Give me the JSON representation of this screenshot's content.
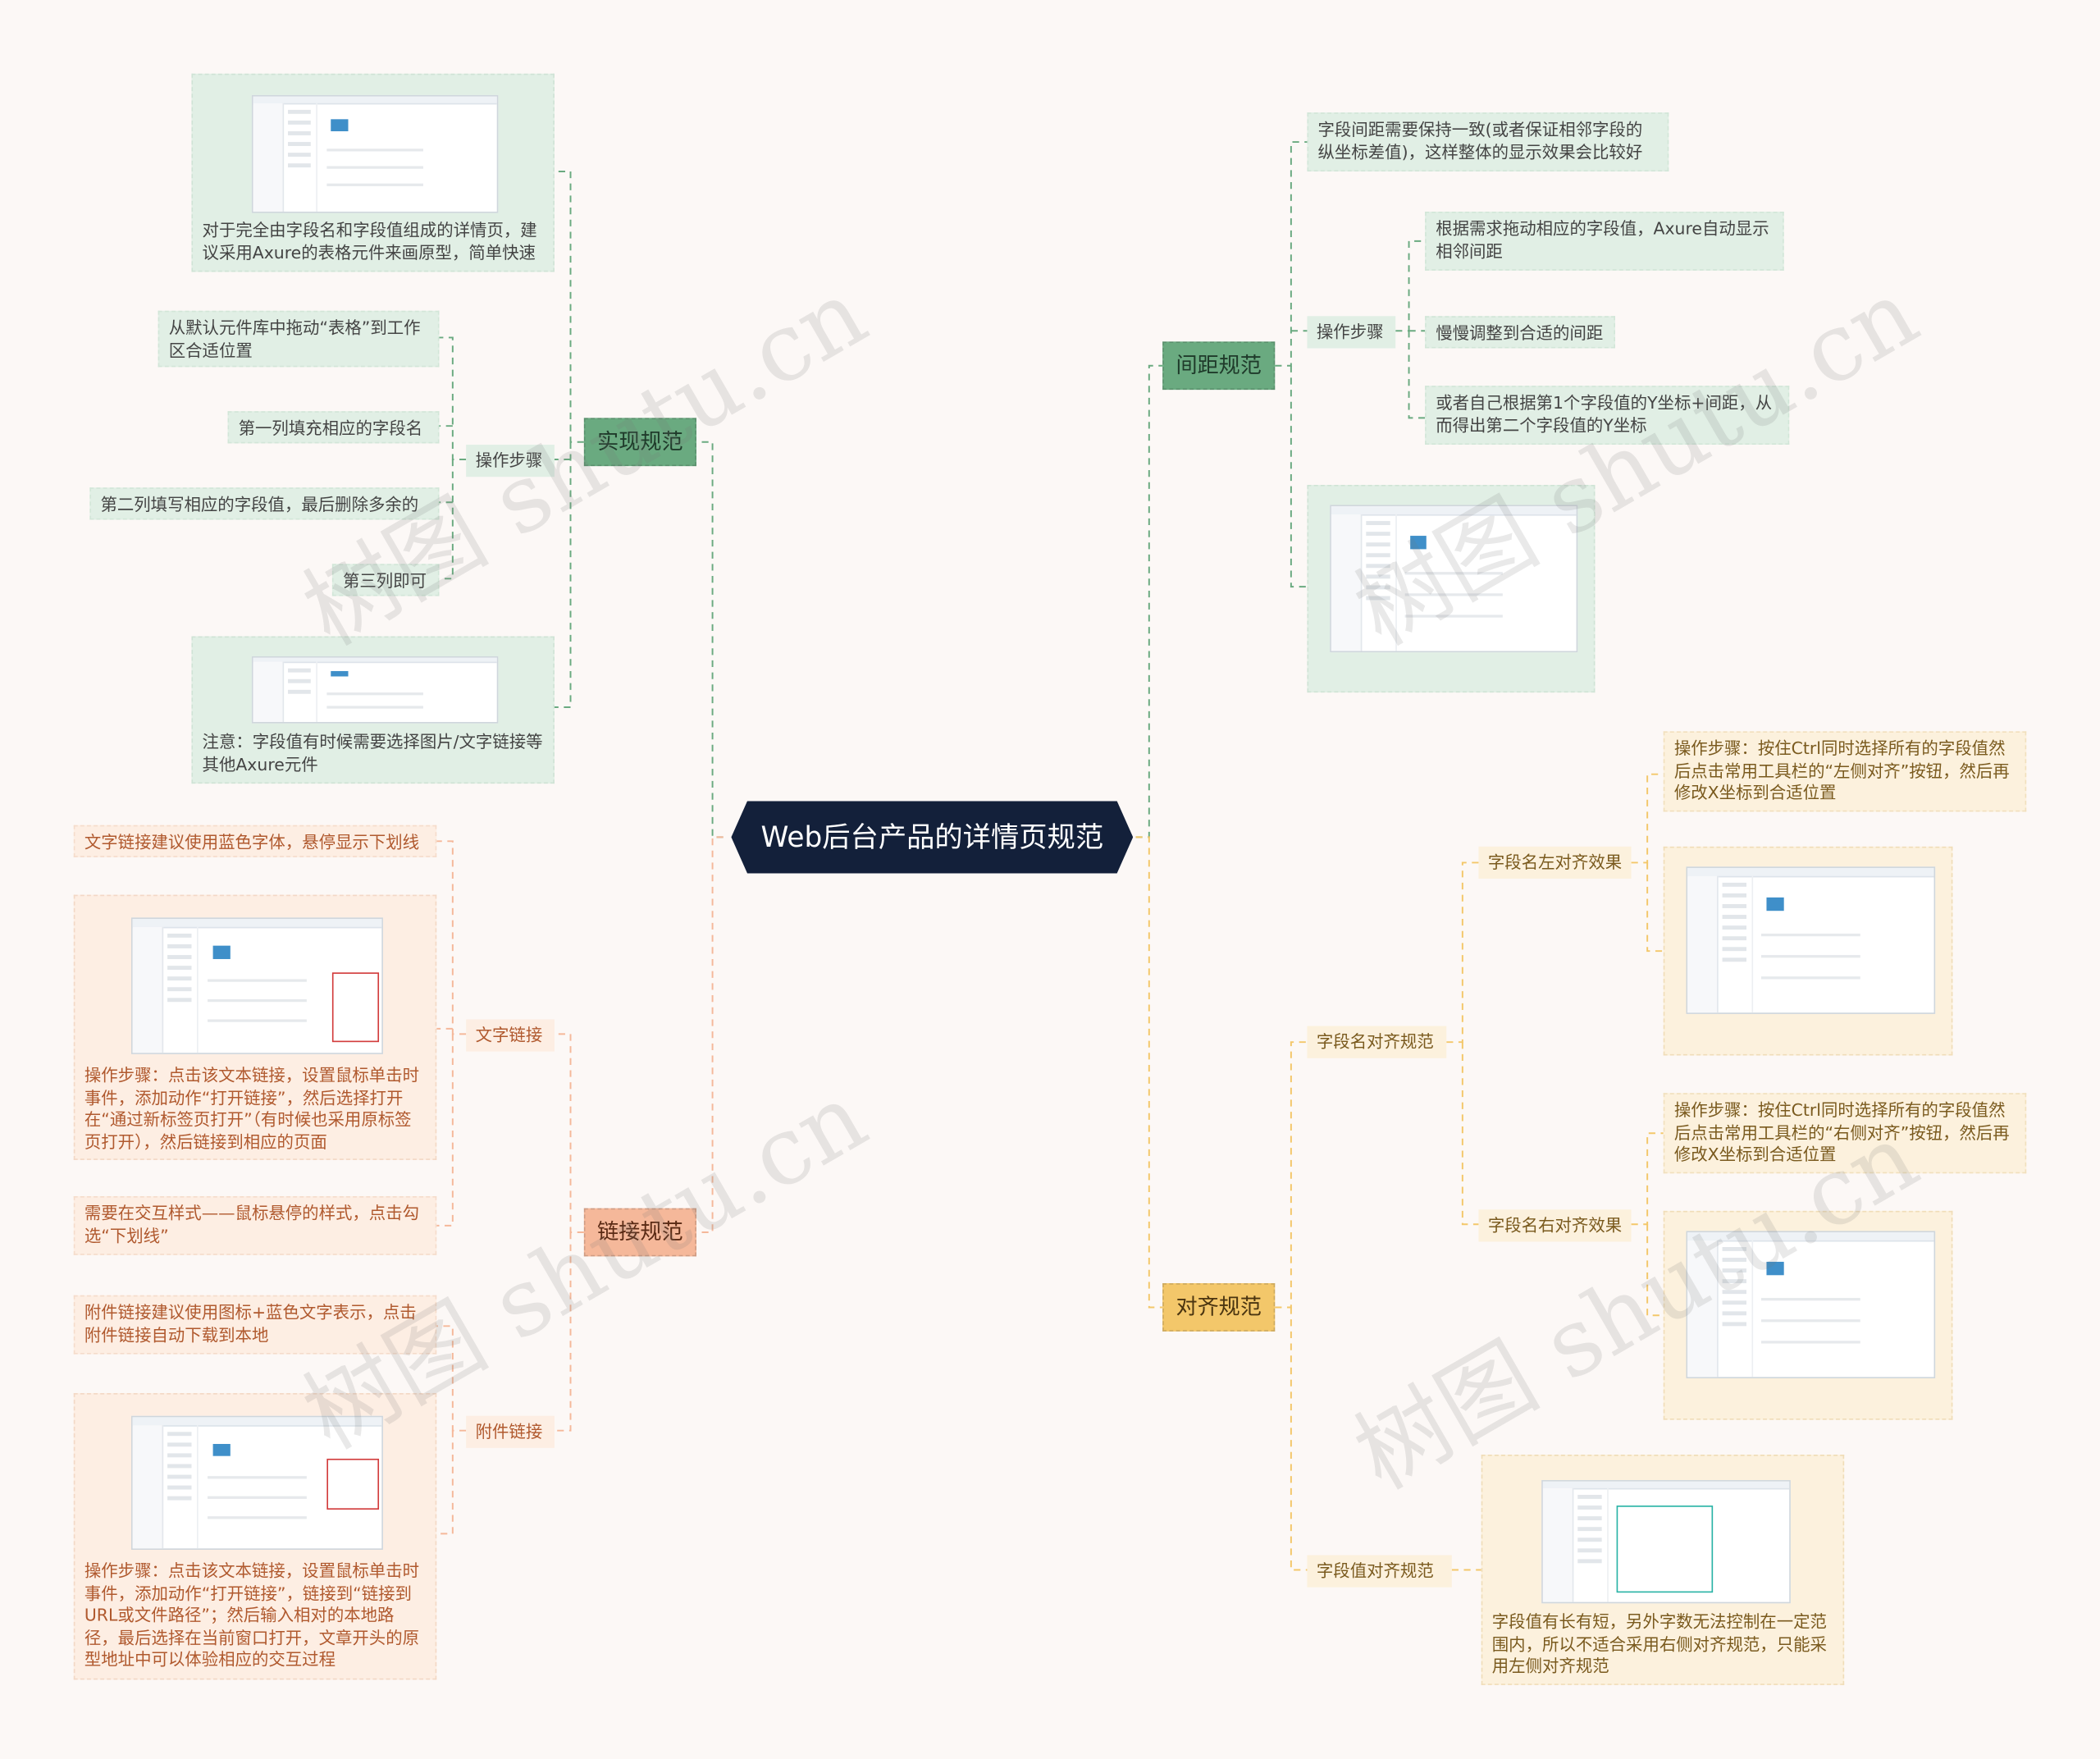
{
  "root": "Web后台产品的详情页规范",
  "watermark": "树图 shutu.cn",
  "colors": {
    "green": "#6aaa80",
    "orange": "#f5b89a",
    "yellow": "#f3c76a",
    "root_bg": "#13203a"
  },
  "branches": {
    "impl": {
      "label": "实现规范",
      "image_note_1": "对于完全由字段名和字段值组成的详情页，建议采用Axure的表格元件来画原型，简单快速",
      "steps_label": "操作步骤",
      "steps": [
        "从默认元件库中拖动“表格”到工作区合适位置",
        "第一列填充相应的字段名",
        "第二列填写相应的字段值，最后删除多余的",
        "第三列即可"
      ],
      "image_note_2": "注意：字段值有时候需要选择图片/文字链接等其他Axure元件"
    },
    "link": {
      "label": "链接规范",
      "text_link_label": "文字链接",
      "text_link_note": "文字链接建议使用蓝色字体，悬停显示下划线",
      "text_link_steps": "操作步骤：点击该文本链接，设置鼠标单击时事件，添加动作“打开链接”，然后选择打开在“通过新标签页打开”（有时候也采用原标签页打开），然后链接到相应的页面",
      "hover_note": "需要在交互样式——鼠标悬停的样式，点击勾选“下划线”",
      "attach_label": "附件链接",
      "attach_note": "附件链接建议使用图标+蓝色文字表示，点击附件链接自动下载到本地",
      "attach_steps": "操作步骤：点击该文本链接，设置鼠标单击时事件，添加动作“打开链接”，链接到“链接到URL或文件路径”；然后输入相对的本地路径，最后选择在当前窗口打开，文章开头的原型地址中可以体验相应的交互过程"
    },
    "spacing": {
      "label": "间距规范",
      "note": "字段间距需要保持一致(或者保证相邻字段的纵坐标差值)，这样整体的显示效果会比较好",
      "steps_label": "操作步骤",
      "steps": [
        "根据需求拖动相应的字段值，Axure自动显示相邻间距",
        "慢慢调整到合适的间距",
        "或者自己根据第1个字段值的Y坐标+间距，从而得出第二个字段值的Y坐标"
      ]
    },
    "align": {
      "label": "对齐规范",
      "name_align_label": "字段名对齐规范",
      "left_label": "字段名左对齐效果",
      "left_steps": "操作步骤：按住Ctrl同时选择所有的字段值然后点击常用工具栏的“左侧对齐”按钮，然后再修改X坐标到合适位置",
      "right_label": "字段名右对齐效果",
      "right_steps": "操作步骤：按住Ctrl同时选择所有的字段值然后点击常用工具栏的“右侧对齐”按钮，然后再修改X坐标到合适位置",
      "value_align_label": "字段值对齐规范",
      "value_align_note": "字段值有长有短，另外字数无法控制在一定范围内，所以不适合采用右侧对齐规范，只能采用左侧对齐规范"
    }
  }
}
